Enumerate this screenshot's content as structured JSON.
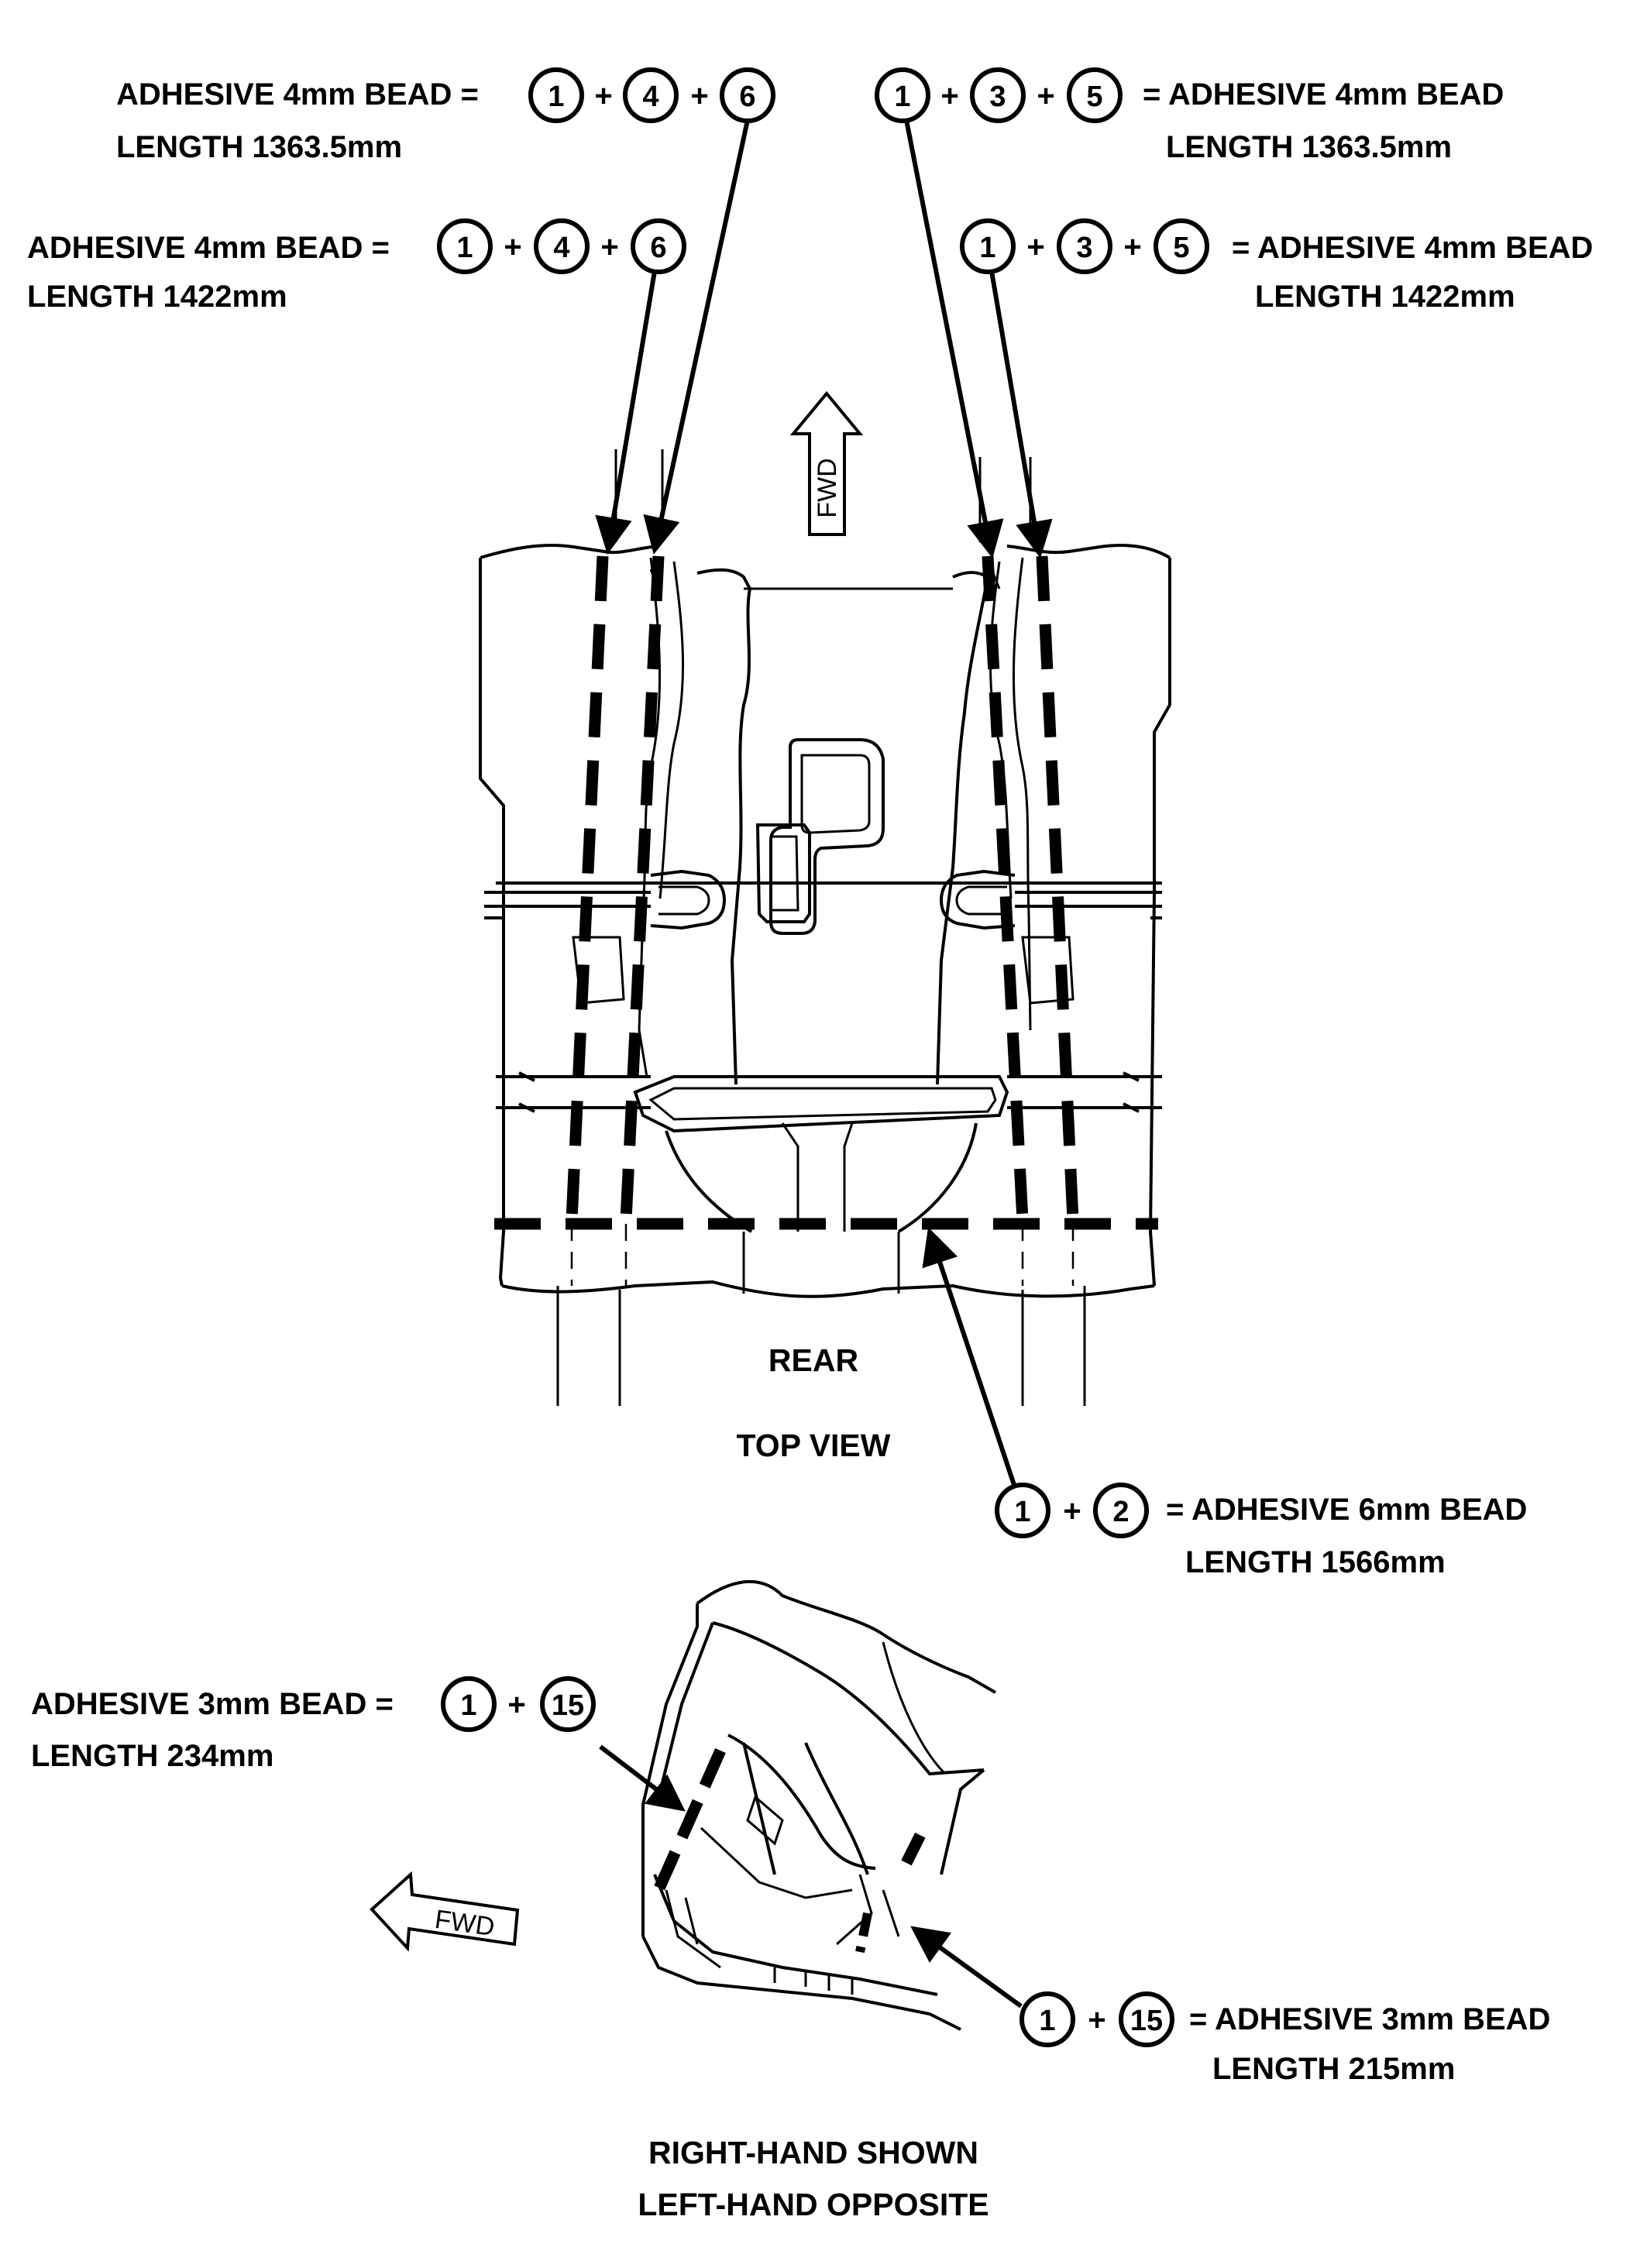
{
  "callouts": {
    "top_left_outer": {
      "text": "ADHESIVE 4mm BEAD =",
      "length": "LENGTH 1363.5mm",
      "parts": [
        "1",
        "4",
        "6"
      ]
    },
    "top_right_outer": {
      "text": "= ADHESIVE 4mm BEAD",
      "length": "LENGTH 1363.5mm",
      "parts": [
        "1",
        "3",
        "5"
      ]
    },
    "top_left_inner": {
      "text": "ADHESIVE 4mm BEAD =",
      "length": "LENGTH 1422mm",
      "parts": [
        "1",
        "4",
        "6"
      ]
    },
    "top_right_inner": {
      "text": "= ADHESIVE 4mm BEAD",
      "length": "LENGTH 1422mm",
      "parts": [
        "1",
        "3",
        "5"
      ]
    },
    "rear_cross": {
      "text": "= ADHESIVE 6mm BEAD",
      "length": "LENGTH 1566mm",
      "parts": [
        "1",
        "2"
      ]
    },
    "detail_left": {
      "text": "ADHESIVE 3mm BEAD =",
      "length": "LENGTH 234mm",
      "parts": [
        "1",
        "15"
      ]
    },
    "detail_right": {
      "text": "= ADHESIVE 3mm BEAD",
      "length": "LENGTH 215mm",
      "parts": [
        "1",
        "15"
      ]
    }
  },
  "plus_sign": "+",
  "top_view": {
    "rear_label": "REAR",
    "view_label": "TOP VIEW",
    "fwd_label": "FWD"
  },
  "detail_view": {
    "fwd_label": "FWD",
    "caption_line1": "RIGHT-HAND SHOWN",
    "caption_line2": "LEFT-HAND OPPOSITE"
  }
}
